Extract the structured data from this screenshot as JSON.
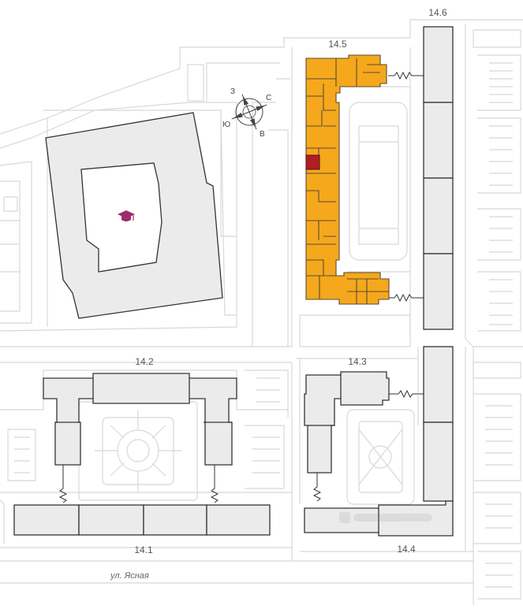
{
  "buildings": {
    "b14_1": {
      "label": "14.1"
    },
    "b14_2": {
      "label": "14.2"
    },
    "b14_3": {
      "label": "14.3"
    },
    "b14_4": {
      "label": "14.4"
    },
    "b14_5": {
      "label": "14.5"
    },
    "b14_6": {
      "label": "14.6"
    }
  },
  "street": {
    "label": "ул. Ясная"
  },
  "compass": {
    "north": "С",
    "east": "В",
    "south": "Ю",
    "west": "З"
  },
  "colors": {
    "highlight_building": "#F5A81C",
    "highlight_outline": "#5A4A33",
    "selected_unit": "#B01E24",
    "building_fill": "#EBEBEB",
    "building_outline": "#333333",
    "line": "#D5D5D5",
    "school_icon": "#9B2C6E",
    "label": "#555555"
  },
  "icons": {
    "school": "graduation-cap-icon",
    "compass": "compass-rose-icon"
  }
}
